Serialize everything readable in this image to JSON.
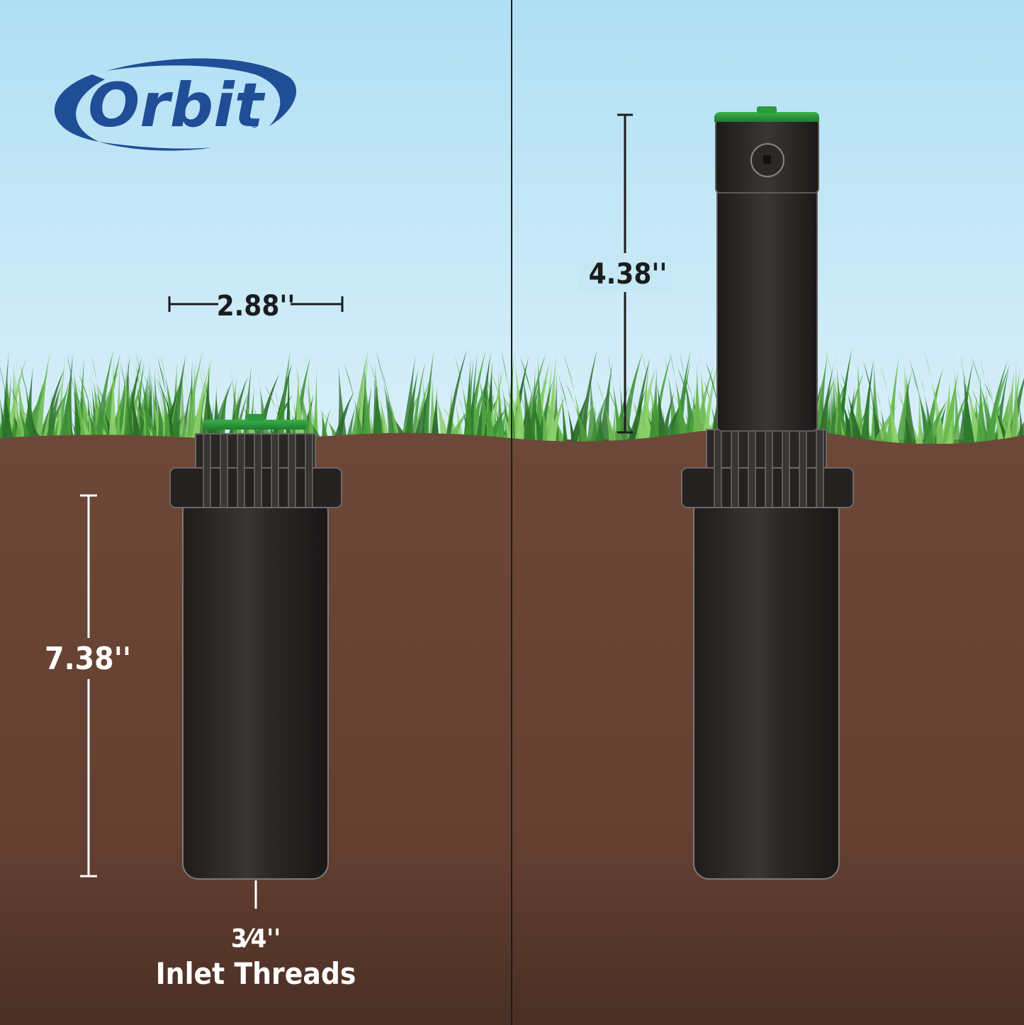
{
  "brand": {
    "name": "Orbit",
    "registered_mark": "®",
    "color": "#1f4e96"
  },
  "dimensions": {
    "width": "2.88''",
    "body_height": "7.38''",
    "popup_height": "4.38''"
  },
  "inlet": {
    "size": "3⁄4''",
    "label": "Inlet Threads"
  },
  "colors": {
    "sky_top": "#b2e0f4",
    "sky_bottom": "#d6eef8",
    "soil_top": "#6d4838",
    "soil_bottom": "#4e3226",
    "grass_dark": "#2f7a2c",
    "grass_light": "#6cb84f",
    "body": "#2a2626",
    "cap_green": "#2a9a3c",
    "dim_line_on_sky": "#1c1c1c",
    "dim_line_on_soil": "#ffffff"
  }
}
